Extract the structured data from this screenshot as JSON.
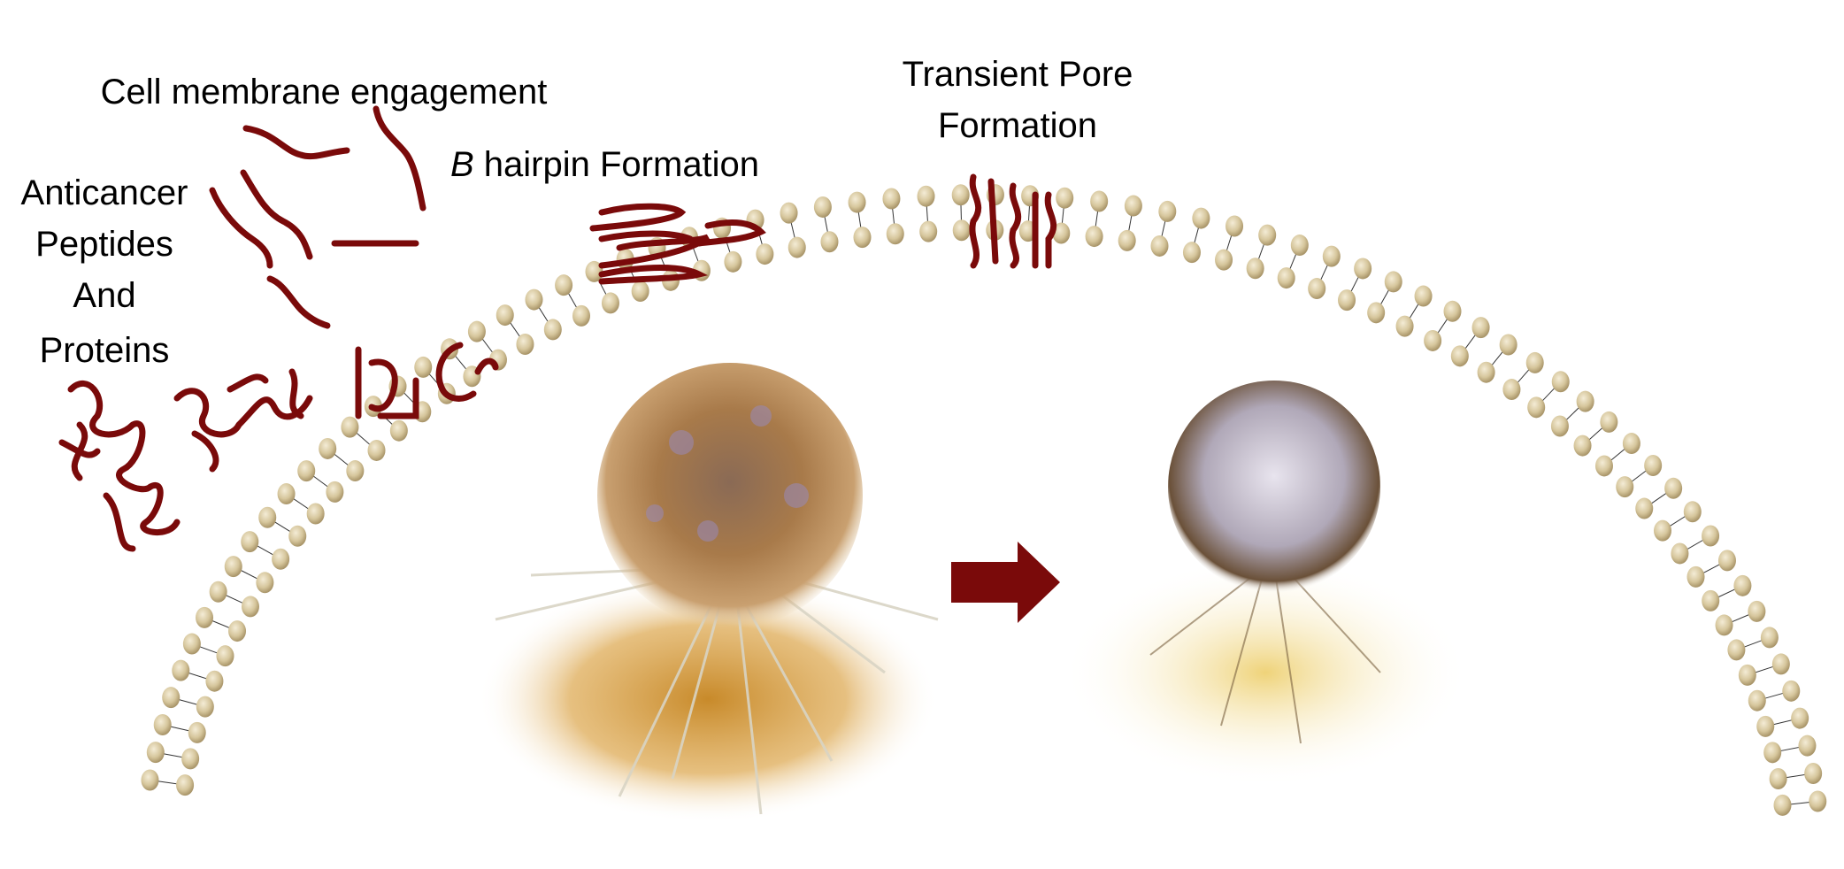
{
  "labels": {
    "engagement": "Cell membrane engagement",
    "hairpin_prefix": "B",
    "hairpin_rest": " hairpin Formation",
    "pore_line1": "Transient Pore",
    "pore_line2": "Formation",
    "acp_line1": "Anticancer",
    "acp_line2": "Peptides",
    "acp_line3": "And",
    "acp_line4": "Proteins"
  },
  "colors": {
    "peptide": "#7a0a0a",
    "lipid_head": "#d8c8a0",
    "arrow": "#7a0a0a"
  }
}
